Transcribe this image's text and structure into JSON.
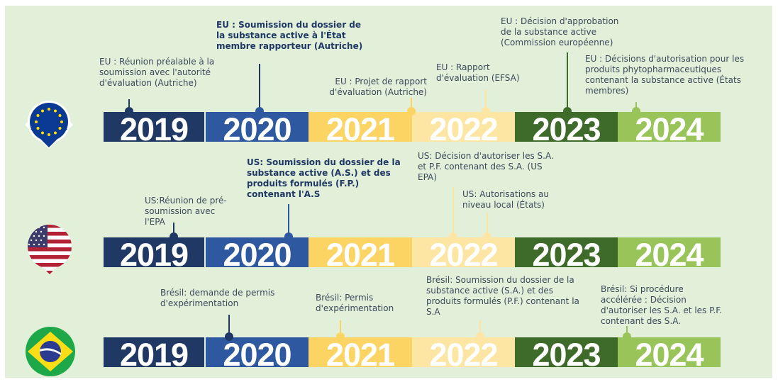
{
  "years": [
    "2019",
    "2020",
    "2021",
    "2022",
    "2023",
    "2024"
  ],
  "colors": {
    "year_bg": [
      "#1f3864",
      "#2e58a0",
      "#fcd464",
      "#fde6a4",
      "#3e6b29",
      "#98c45a"
    ],
    "year_text": [
      "#ffffff",
      "#ffffff",
      "#ffffff",
      "#ffffff",
      "#ffffff",
      "#ffffff"
    ],
    "background": "#e2efd9"
  },
  "rows": [
    {
      "flag": "eu-flag-icon",
      "events": [
        {
          "text": "EU : Réunion préalable à la soumission avec l'autorité d'évaluation (Autriche)",
          "bold": false
        },
        {
          "text": "EU : Soumission du dossier de la substance active à l'État membre rapporteur (Autriche)",
          "bold": true
        },
        {
          "text": "EU : Projet de rapport d'évaluation (Autriche)",
          "bold": false
        },
        {
          "text": "EU : Rapport d'évaluation (EFSA)",
          "bold": false
        },
        {
          "text": "EU : Décision d'approbation de la substance active (Commission européenne)",
          "bold": false
        },
        {
          "text": "EU : Décisions d'autorisation pour les produits phytopharmaceutiques contenant la substance active (États membres)",
          "bold": false
        }
      ]
    },
    {
      "flag": "us-flag-icon",
      "events": [
        {
          "text": "US:Réunion de pré-soumission avec l'EPA",
          "bold": false
        },
        {
          "text": "US: Soumission du dossier de la substance active (A.S.) et des produits formulés (F.P.) contenant l'A.S",
          "bold": true
        },
        {
          "text": "US: Décision d'autoriser les S.A. et P.F. contenant des S.A. (US EPA)",
          "bold": false
        },
        {
          "text": "US: Autorisations au niveau local (États)",
          "bold": false
        }
      ]
    },
    {
      "flag": "brazil-flag-icon",
      "events": [
        {
          "text": "Brésil: demande de permis d'expérimentation",
          "bold": false
        },
        {
          "text": "Brésil: Permis d'expérimentation",
          "bold": false
        },
        {
          "text": "Brésil: Soumission du dossier de la substance active (S.A.) et des produits formulés (P.F.) contenant la S.A",
          "bold": false
        },
        {
          "text": "Brésil: Si procédure accélérée : Décision d'autoriser les S.A. et les P.F. contenant des S.A.",
          "bold": false
        }
      ]
    }
  ]
}
